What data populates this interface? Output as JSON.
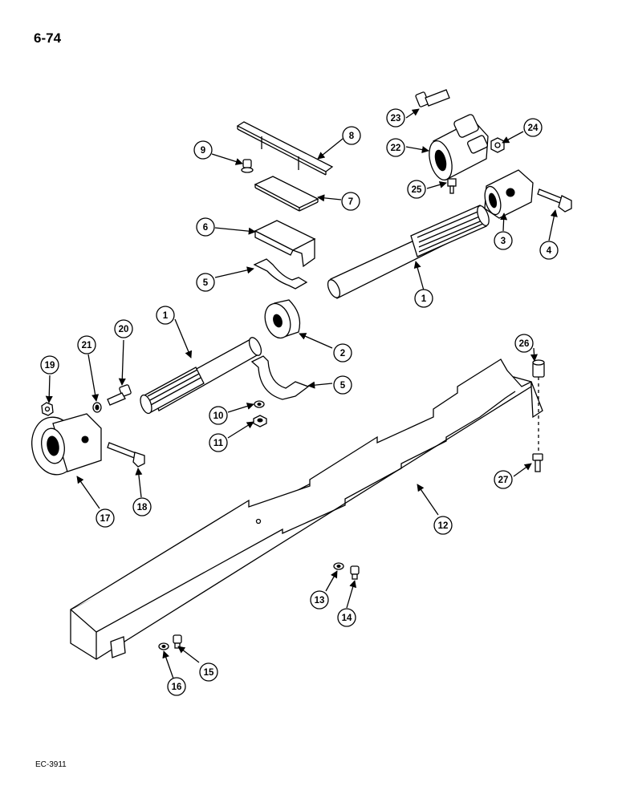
{
  "page_number": "6-74",
  "figure_code": "EC-3911",
  "callouts": [
    {
      "id": "c1a",
      "label": "1"
    },
    {
      "id": "c1b",
      "label": "1"
    },
    {
      "id": "c2",
      "label": "2"
    },
    {
      "id": "c3",
      "label": "3"
    },
    {
      "id": "c4",
      "label": "4"
    },
    {
      "id": "c5a",
      "label": "5"
    },
    {
      "id": "c5b",
      "label": "5"
    },
    {
      "id": "c6",
      "label": "6"
    },
    {
      "id": "c7",
      "label": "7"
    },
    {
      "id": "c8",
      "label": "8"
    },
    {
      "id": "c9",
      "label": "9"
    },
    {
      "id": "c10",
      "label": "10"
    },
    {
      "id": "c11",
      "label": "11"
    },
    {
      "id": "c12",
      "label": "12"
    },
    {
      "id": "c13",
      "label": "13"
    },
    {
      "id": "c14",
      "label": "14"
    },
    {
      "id": "c15",
      "label": "15"
    },
    {
      "id": "c16",
      "label": "16"
    },
    {
      "id": "c17",
      "label": "17"
    },
    {
      "id": "c18",
      "label": "18"
    },
    {
      "id": "c19",
      "label": "19"
    },
    {
      "id": "c20",
      "label": "20"
    },
    {
      "id": "c21",
      "label": "21"
    },
    {
      "id": "c22",
      "label": "22"
    },
    {
      "id": "c23",
      "label": "23"
    },
    {
      "id": "c24",
      "label": "24"
    },
    {
      "id": "c25",
      "label": "25"
    },
    {
      "id": "c26",
      "label": "26"
    },
    {
      "id": "c27",
      "label": "27"
    }
  ]
}
